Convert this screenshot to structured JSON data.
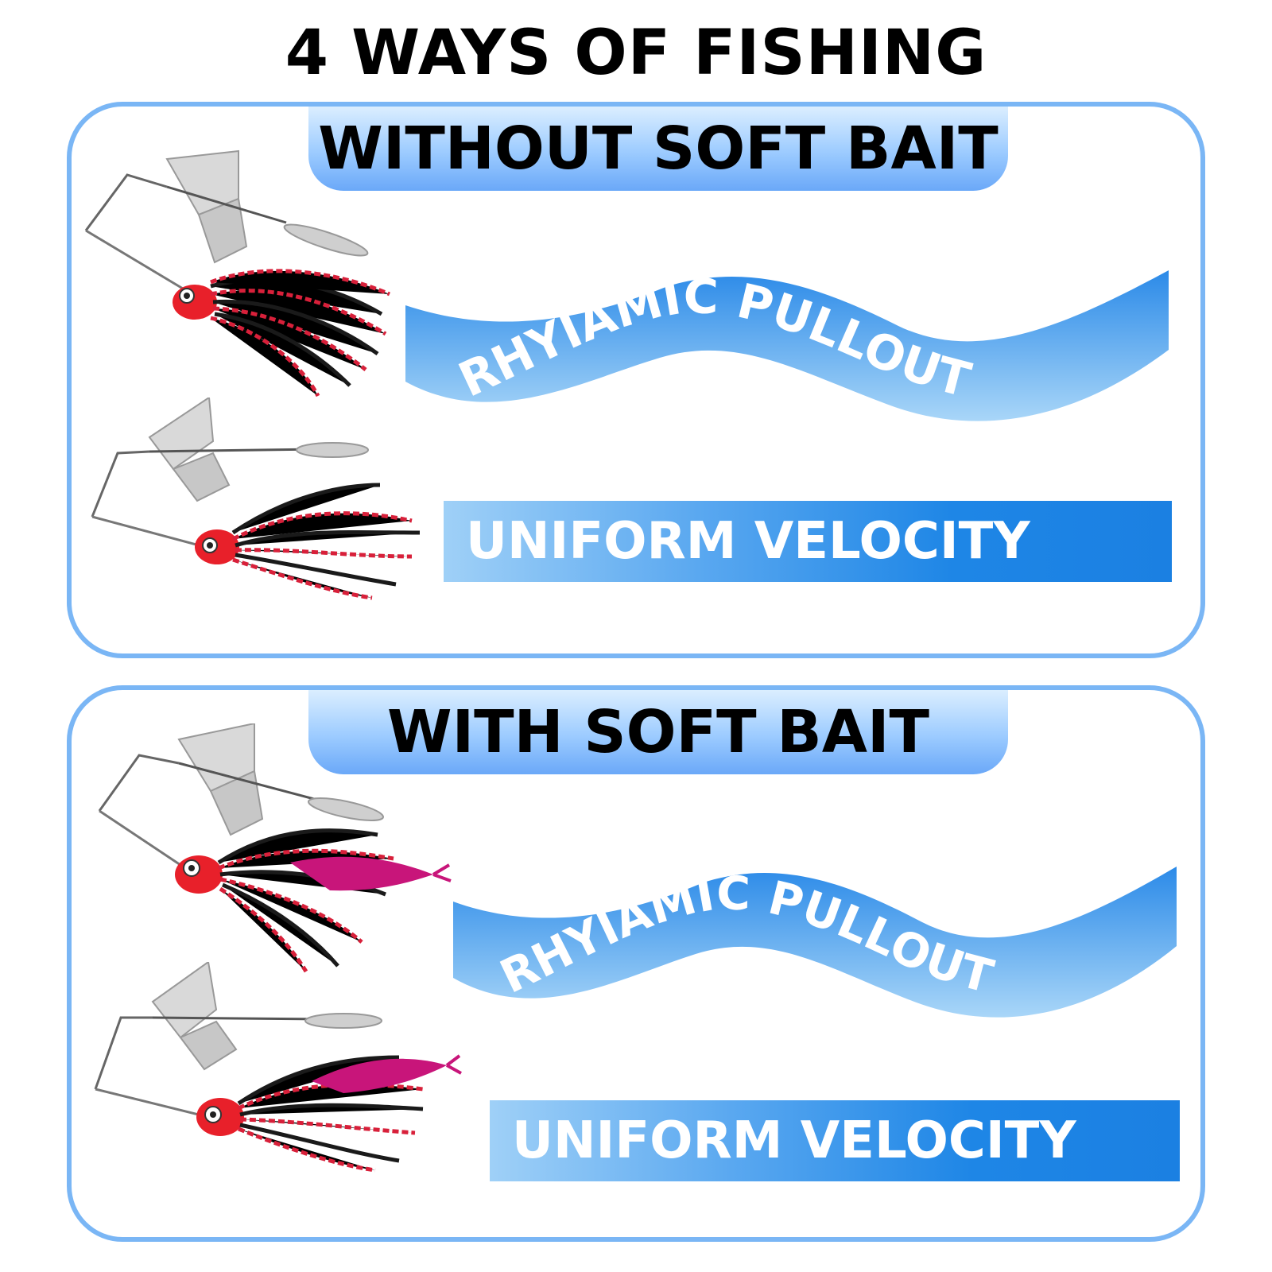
{
  "title": "4 WAYS OF FISHING",
  "sections": [
    {
      "heading": "WITHOUT SOFT BAIT",
      "pullout_label": "RHYIAMIC PULLOUT",
      "velocity_label": "UNIFORM VELOCITY"
    },
    {
      "heading": "WITH SOFT BAIT",
      "pullout_label": "RHYIAMIC PULLOUT",
      "velocity_label": "UNIFORM VELOCITY"
    }
  ],
  "colors": {
    "panel_border": "#7ab6f5",
    "band_dark": "#1b80e2",
    "band_light": "#9fd0f7",
    "lure_head": "#e8202a",
    "skirt_dark": "#1a1a1a",
    "skirt_red": "#d8203a",
    "soft_bait": "#c8157a"
  },
  "icons": [
    "spinnerbait-lure",
    "spinnerbait-lure-with-soft-bait"
  ]
}
